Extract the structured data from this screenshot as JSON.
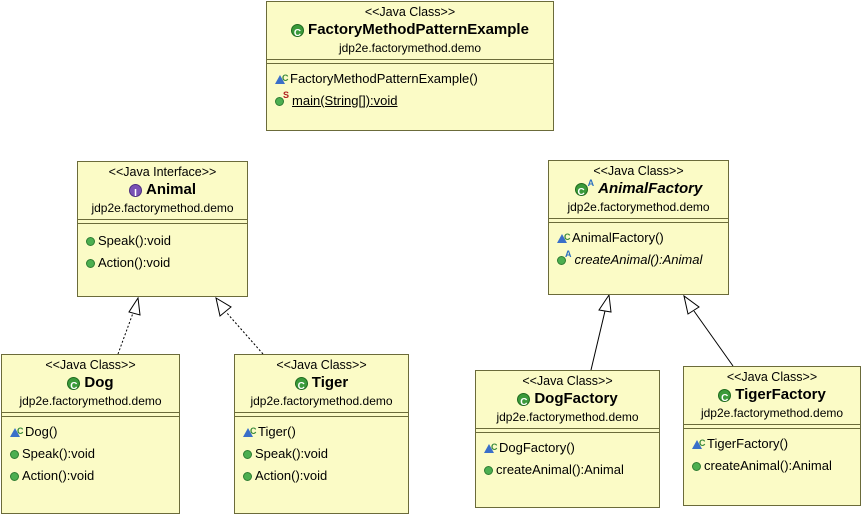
{
  "classes": {
    "main": {
      "stereotype": "<<Java Class>>",
      "name": "FactoryMethodPatternExample",
      "package": "jdp2e.factorymethod.demo",
      "members": [
        "FactoryMethodPatternExample()",
        "main(String[]):void"
      ]
    },
    "animal": {
      "stereotype": "<<Java Interface>>",
      "name": "Animal",
      "package": "jdp2e.factorymethod.demo",
      "members": [
        "Speak():void",
        "Action():void"
      ]
    },
    "animal_factory": {
      "stereotype": "<<Java Class>>",
      "name": "AnimalFactory",
      "package": "jdp2e.factorymethod.demo",
      "members": [
        "AnimalFactory()",
        "createAnimal():Animal"
      ]
    },
    "dog": {
      "stereotype": "<<Java Class>>",
      "name": "Dog",
      "package": "jdp2e.factorymethod.demo",
      "members": [
        "Dog()",
        "Speak():void",
        "Action():void"
      ]
    },
    "tiger": {
      "stereotype": "<<Java Class>>",
      "name": "Tiger",
      "package": "jdp2e.factorymethod.demo",
      "members": [
        "Tiger()",
        "Speak():void",
        "Action():void"
      ]
    },
    "dog_factory": {
      "stereotype": "<<Java Class>>",
      "name": "DogFactory",
      "package": "jdp2e.factorymethod.demo",
      "members": [
        "DogFactory()",
        "createAnimal():Animal"
      ]
    },
    "tiger_factory": {
      "stereotype": "<<Java Class>>",
      "name": "TigerFactory",
      "package": "jdp2e.factorymethod.demo",
      "members": [
        "TigerFactory()",
        "createAnimal():Animal"
      ]
    }
  },
  "relations": [
    {
      "from": "Dog",
      "to": "Animal",
      "kind": "realization"
    },
    {
      "from": "Tiger",
      "to": "Animal",
      "kind": "realization"
    },
    {
      "from": "DogFactory",
      "to": "AnimalFactory",
      "kind": "generalization"
    },
    {
      "from": "TigerFactory",
      "to": "AnimalFactory",
      "kind": "generalization"
    }
  ],
  "colors": {
    "box_fill": "#fbfbc6",
    "box_border": "#6b6b3a",
    "class_icon": "#3a9a3a",
    "interface_icon": "#7a52b5"
  }
}
